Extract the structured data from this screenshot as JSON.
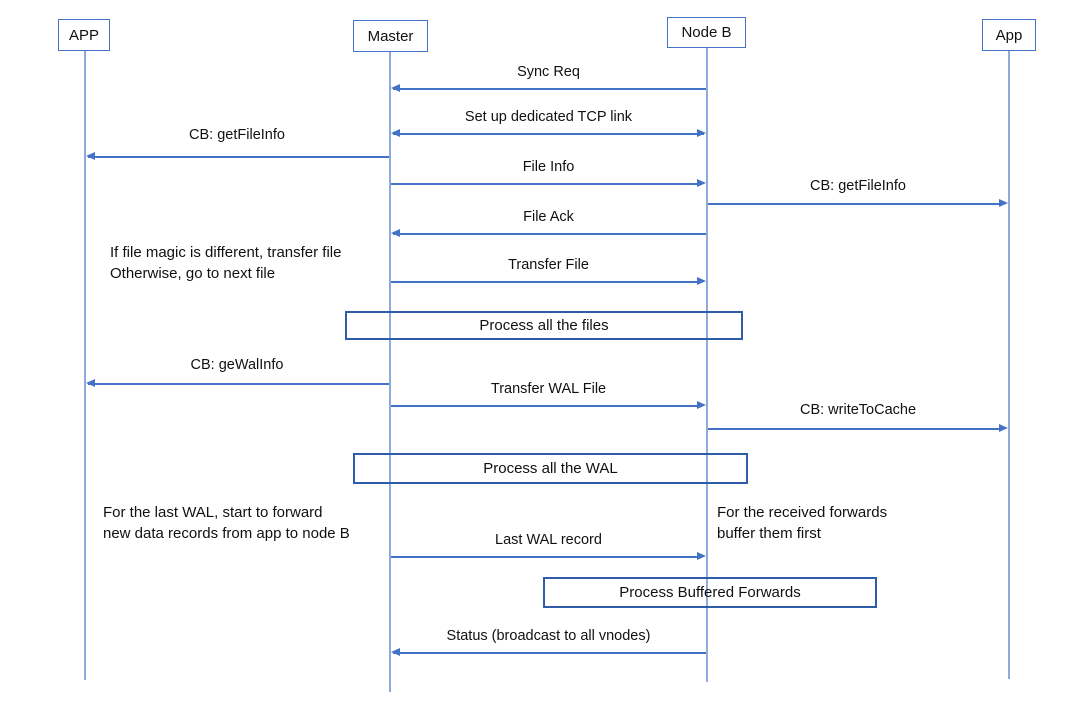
{
  "diagram": {
    "type": "sequence-diagram",
    "actors": [
      {
        "id": "app-left",
        "label": "APP"
      },
      {
        "id": "master",
        "label": "Master"
      },
      {
        "id": "node-b",
        "label": "Node B"
      },
      {
        "id": "app-right",
        "label": "App"
      }
    ],
    "messages": [
      {
        "label": "Sync Req",
        "from": "Node B",
        "to": "Master",
        "direction": "left"
      },
      {
        "label": "Set up dedicated TCP link",
        "from": "Master",
        "to": "Node B",
        "direction": "both"
      },
      {
        "label": "CB: getFileInfo",
        "from": "Master",
        "to": "APP",
        "direction": "left"
      },
      {
        "label": "File Info",
        "from": "Master",
        "to": "Node B",
        "direction": "right"
      },
      {
        "label": "CB: getFileInfo",
        "from": "Node B",
        "to": "App",
        "direction": "right"
      },
      {
        "label": "File Ack",
        "from": "Node B",
        "to": "Master",
        "direction": "left"
      },
      {
        "label": "Transfer File",
        "from": "Master",
        "to": "Node B",
        "direction": "right"
      },
      {
        "label": "CB: geWalInfo",
        "from": "Master",
        "to": "APP",
        "direction": "left"
      },
      {
        "label": "Transfer WAL File",
        "from": "Master",
        "to": "Node B",
        "direction": "right"
      },
      {
        "label": "CB: writeToCache",
        "from": "Node B",
        "to": "App",
        "direction": "right"
      },
      {
        "label": "Last WAL record",
        "from": "Master",
        "to": "Node B",
        "direction": "right"
      },
      {
        "label": "Status (broadcast to all vnodes)",
        "from": "Node B",
        "to": "Master",
        "direction": "left"
      }
    ],
    "process_boxes": [
      {
        "label": "Process all the files"
      },
      {
        "label": "Process all the WAL"
      },
      {
        "label": "Process Buffered Forwards"
      }
    ],
    "annotations": [
      {
        "lines": [
          "If file magic is different, transfer file",
          "Otherwise, go to next file"
        ]
      },
      {
        "lines": [
          "For the last WAL, start to forward",
          "new data records from app to node B"
        ]
      },
      {
        "lines": [
          "For the received forwards",
          "buffer them first"
        ]
      }
    ],
    "colors": {
      "line": "#4472C4",
      "lifeline": "#8FAADC",
      "box_border": "#2E5CA8",
      "text": "#000000"
    }
  }
}
